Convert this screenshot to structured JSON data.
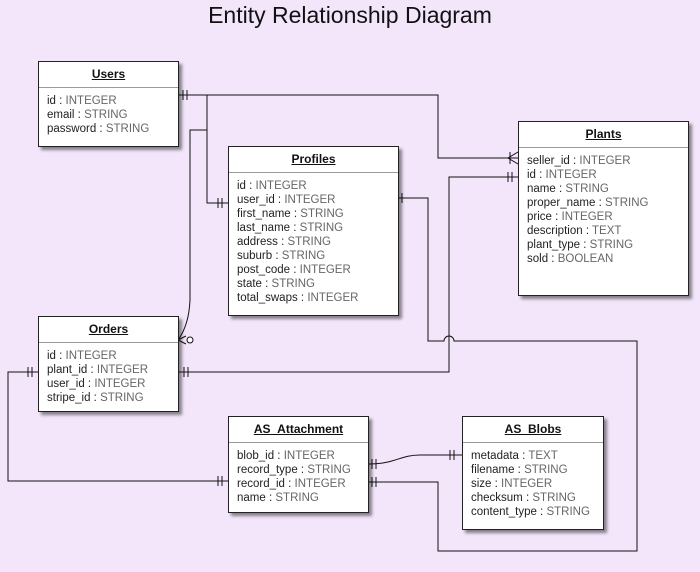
{
  "title": "Entity Relationship Diagram",
  "entities": {
    "users": {
      "name": "Users",
      "fields": [
        {
          "name": "id",
          "type": " INTEGER"
        },
        {
          "name": "email",
          "type": "STRING"
        },
        {
          "name": "password",
          "type": "STRING"
        }
      ]
    },
    "profiles": {
      "name": "Profiles",
      "fields": [
        {
          "name": "id",
          "type": "INTEGER"
        },
        {
          "name": "user_id",
          "type": "INTEGER"
        },
        {
          "name": "first_name",
          "type": "STRING"
        },
        {
          "name": "last_name",
          "type": "STRING"
        },
        {
          "name": "address",
          "type": "STRING"
        },
        {
          "name": "suburb",
          "type": "STRING"
        },
        {
          "name": "post_code",
          "type": "INTEGER"
        },
        {
          "name": "state",
          "type": "STRING"
        },
        {
          "name": "total_swaps",
          "type": "INTEGER"
        }
      ]
    },
    "plants": {
      "name": "Plants",
      "fields": [
        {
          "name": "seller_id",
          "type": "INTEGER"
        },
        {
          "name": "id",
          "type": "INTEGER"
        },
        {
          "name": "name",
          "type": "STRING"
        },
        {
          "name": "proper_name",
          "type": "STRING"
        },
        {
          "name": "price",
          "type": "INTEGER"
        },
        {
          "name": "description",
          "type": "TEXT"
        },
        {
          "name": "plant_type",
          "type": "STRING"
        },
        {
          "name": "sold",
          "type": "BOOLEAN"
        }
      ]
    },
    "orders": {
      "name": "Orders",
      "fields": [
        {
          "name": "id",
          "type": "INTEGER"
        },
        {
          "name": "plant_id",
          "type": "INTEGER"
        },
        {
          "name": "user_id",
          "type": "INTEGER"
        },
        {
          "name": "stripe_id",
          "type": "STRING"
        }
      ]
    },
    "as_attachment": {
      "name": "AS_Attachment",
      "fields": [
        {
          "name": "blob_id",
          "type": "INTEGER"
        },
        {
          "name": "record_type",
          "type": "STRING"
        },
        {
          "name": "record_id",
          "type": "INTEGER"
        },
        {
          "name": "name",
          "type": "STRING"
        }
      ]
    },
    "as_blobs": {
      "name": "AS_Blobs",
      "fields": [
        {
          "name": "metadata",
          "type": "TEXT"
        },
        {
          "name": "filename",
          "type": "STRING"
        },
        {
          "name": "size",
          "type": "INTEGER"
        },
        {
          "name": "checksum",
          "type": "STRING"
        },
        {
          "name": "content_type",
          "type": "STRING"
        }
      ]
    }
  }
}
